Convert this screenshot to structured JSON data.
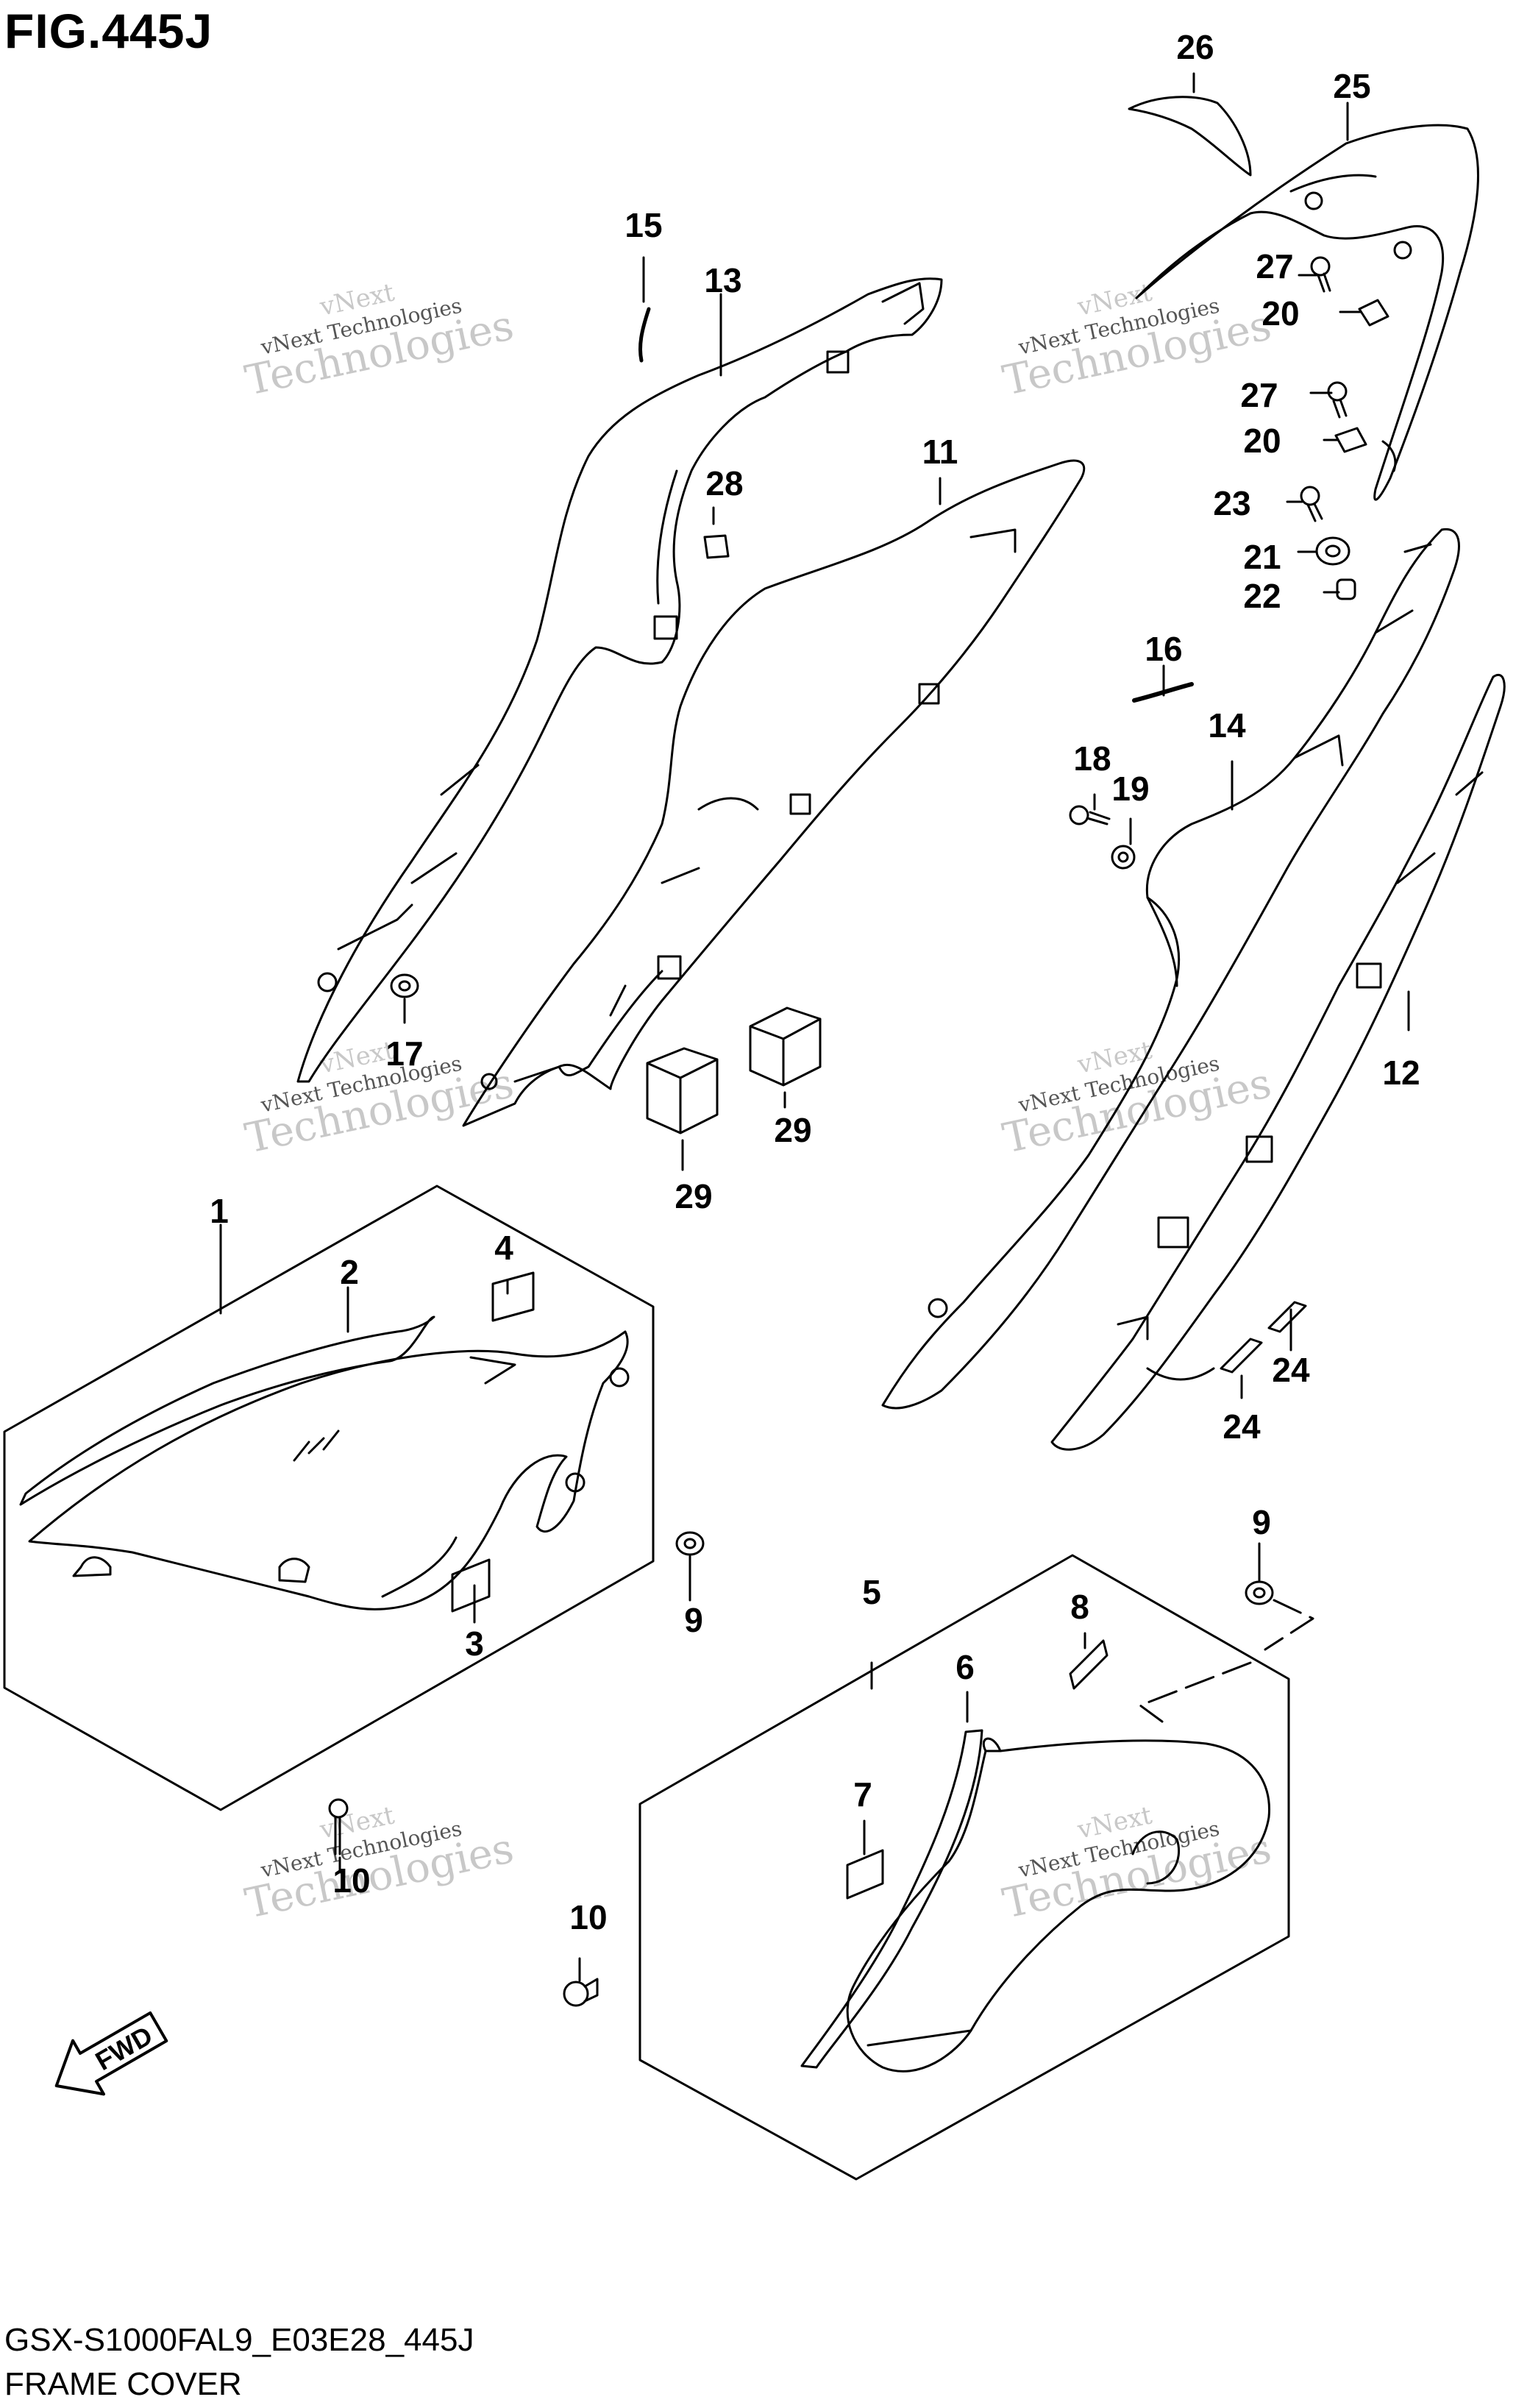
{
  "figure": {
    "title": "FIG.445J",
    "code": "GSX-S1000FAL9_E03E28_445J",
    "caption": "FRAME COVER"
  },
  "watermark": {
    "line1": "vNext",
    "line2": "vNext Technologies",
    "line3": "Technologies"
  },
  "fwd_label": "FWD",
  "callouts": {
    "c1": "1",
    "c2": "2",
    "c3": "3",
    "c4": "4",
    "c5": "5",
    "c6": "6",
    "c7": "7",
    "c8": "8",
    "c9a": "9",
    "c9b": "9",
    "c10a": "10",
    "c10b": "10",
    "c11": "11",
    "c12": "12",
    "c13": "13",
    "c14": "14",
    "c15": "15",
    "c16": "16",
    "c17": "17",
    "c18": "18",
    "c19": "19",
    "c20a": "20",
    "c20b": "20",
    "c21": "21",
    "c22": "22",
    "c23": "23",
    "c24a": "24",
    "c24b": "24",
    "c25": "25",
    "c26": "26",
    "c27a": "27",
    "c27b": "27",
    "c28": "28",
    "c29a": "29",
    "c29b": "29"
  },
  "colors": {
    "line": "#000000",
    "watermark": "#c8c8c8"
  }
}
